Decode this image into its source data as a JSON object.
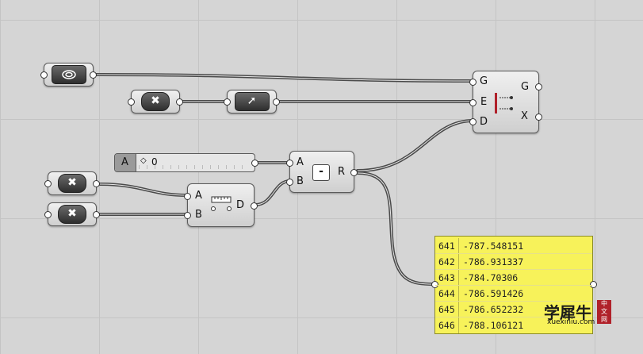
{
  "slider": {
    "label": "A",
    "value": "0"
  },
  "subtract": {
    "inputs": [
      "A",
      "B"
    ],
    "output": "R",
    "op_symbol": "-"
  },
  "distance": {
    "inputs": [
      "A",
      "B"
    ],
    "output": "D"
  },
  "dispatch": {
    "inputs": [
      "G",
      "E",
      "D"
    ],
    "outputs": [
      "G",
      "X"
    ]
  },
  "panel": {
    "rows": [
      {
        "index": "641",
        "value": "-787.548151"
      },
      {
        "index": "642",
        "value": "-786.931337"
      },
      {
        "index": "643",
        "value": "-784.70306"
      },
      {
        "index": "644",
        "value": "-786.591426"
      },
      {
        "index": "645",
        "value": "-786.652232"
      },
      {
        "index": "646",
        "value": "-788.106121"
      }
    ]
  },
  "watermark": {
    "title": "学犀牛",
    "site": "xuexiniu.com",
    "badge": [
      "中",
      "文",
      "网"
    ]
  },
  "colors": {
    "canvas": "#d5d5d5",
    "panel": "#f7f25a",
    "wire": "#4a4a4a",
    "accent_red": "#b0212a"
  },
  "icons": [
    "geometry-param-icon",
    "cross-icon",
    "vector-arrow-icon",
    "minus-icon",
    "distance-icon",
    "dispatch-icon"
  ]
}
